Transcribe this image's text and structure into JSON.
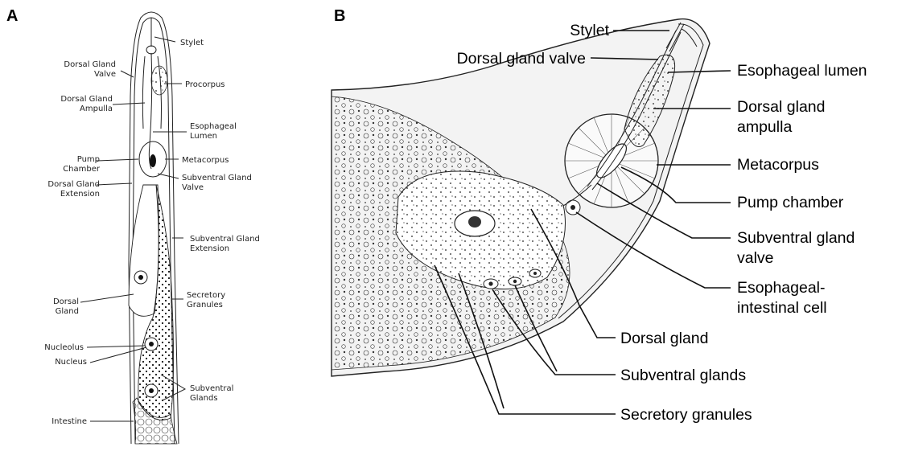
{
  "panels": {
    "a": {
      "letter": "A",
      "labels": {
        "stylet": "Stylet",
        "dorsal_gland_valve_1": "Dorsal Gland",
        "dorsal_gland_valve_2": "Valve",
        "procorpus": "Procorpus",
        "dorsal_gland_ampulla_1": "Dorsal Gland",
        "dorsal_gland_ampulla_2": "Ampulla",
        "esophageal_lumen_1": "Esophageal",
        "esophageal_lumen_2": "Lumen",
        "pump_chamber_1": "Pump",
        "pump_chamber_2": "Chamber",
        "metacorpus": "Metacorpus",
        "subventral_gland_valve_1": "Subventral Gland",
        "subventral_gland_valve_2": "Valve",
        "dorsal_gland_extension_1": "Dorsal Gland",
        "dorsal_gland_extension_2": "Extension",
        "subventral_gland_extension_1": "Subventral Gland",
        "subventral_gland_extension_2": "Extension",
        "dorsal_gland_1": "Dorsal",
        "dorsal_gland_2": "Gland",
        "secretory_granules_1": "Secretory",
        "secretory_granules_2": "Granules",
        "nucleolus": "Nucleolus",
        "nucleus": "Nucleus",
        "subventral_glands_1": "Subventral",
        "subventral_glands_2": "Glands",
        "intestine": "Intestine"
      }
    },
    "b": {
      "letter": "B",
      "labels": {
        "stylet": "Stylet",
        "dorsal_gland_valve": "Dorsal gland valve",
        "esophageal_lumen": "Esophageal lumen",
        "dorsal_gland_ampulla_1": "Dorsal gland",
        "dorsal_gland_ampulla_2": "ampulla",
        "metacorpus": "Metacorpus",
        "pump_chamber": "Pump chamber",
        "subventral_gland_valve_1": "Subventral gland",
        "subventral_gland_valve_2": "valve",
        "esophageal_intestinal_cell_1": "Esophageal-",
        "esophageal_intestinal_cell_2": "intestinal cell",
        "dorsal_gland": "Dorsal gland",
        "subventral_glands": "Subventral glands",
        "secretory_granules": "Secretory granules"
      }
    }
  }
}
